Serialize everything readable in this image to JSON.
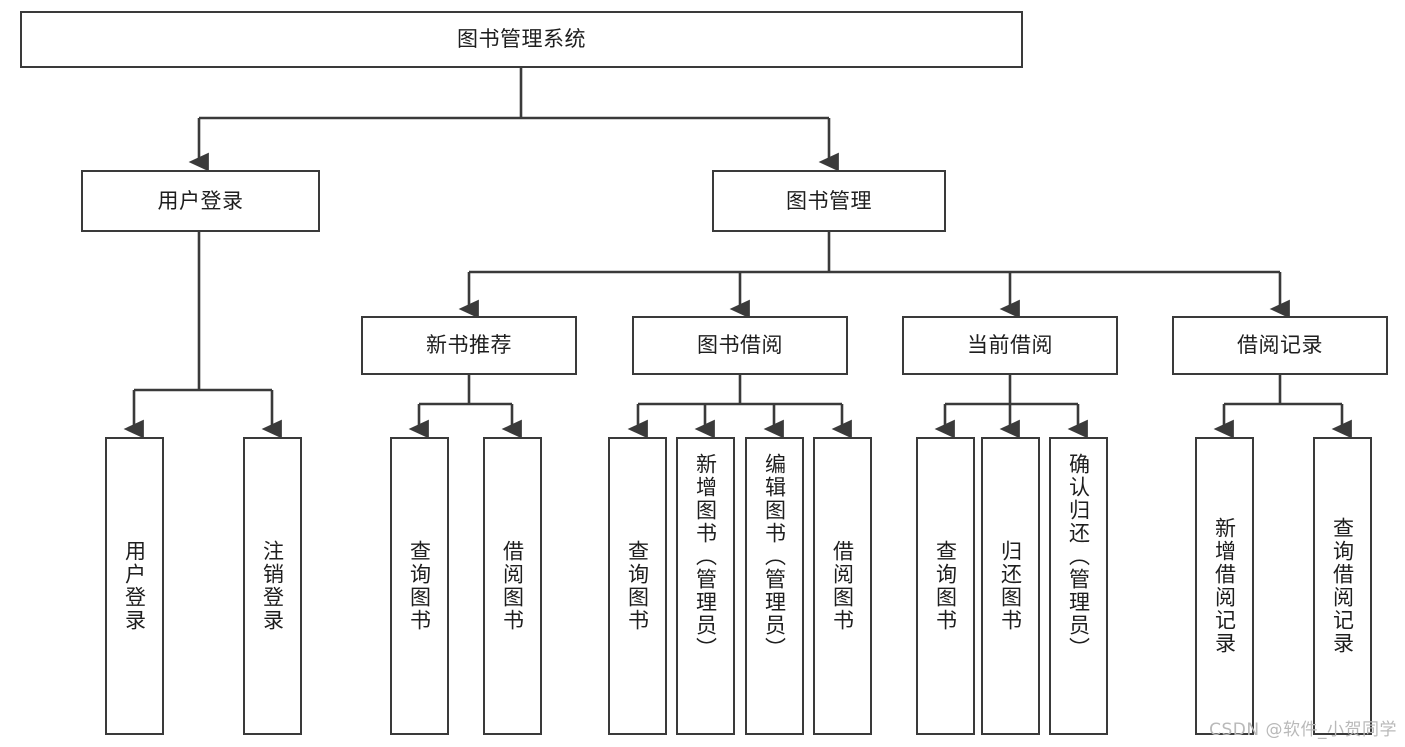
{
  "diagram": {
    "title": "图书管理系统",
    "watermark": "CSDN @软件_小贺同学",
    "colors": {
      "box_border": "#3a3a3a",
      "box_fill": "#ffffff",
      "edge": "#3a3a3a",
      "text": "#1e1e1e",
      "watermark": "#b9b9b9"
    },
    "nodes": {
      "root": {
        "label": "图书管理系统"
      },
      "level1": [
        {
          "id": "user-login",
          "label": "用户登录"
        },
        {
          "id": "book-management",
          "label": "图书管理"
        }
      ],
      "level2": [
        {
          "id": "new-book-recommend",
          "label": "新书推荐"
        },
        {
          "id": "book-borrow",
          "label": "图书借阅"
        },
        {
          "id": "current-borrow",
          "label": "当前借阅"
        },
        {
          "id": "borrow-record",
          "label": "借阅记录"
        }
      ],
      "leaves": {
        "user_login": [
          {
            "id": "leaf-user-login",
            "label": "用户登录"
          },
          {
            "id": "leaf-logout-login",
            "label": "注销登录"
          }
        ],
        "new_book_recommend": [
          {
            "id": "leaf-query-book-1",
            "label": "查询图书"
          },
          {
            "id": "leaf-borrow-book-1",
            "label": "借阅图书"
          }
        ],
        "book_borrow": [
          {
            "id": "leaf-query-book-2",
            "label": "查询图书"
          },
          {
            "id": "leaf-add-book-admin",
            "label": "新增图书（管理员）"
          },
          {
            "id": "leaf-edit-book-admin",
            "label": "编辑图书（管理员）"
          },
          {
            "id": "leaf-borrow-book-2",
            "label": "借阅图书"
          }
        ],
        "current_borrow": [
          {
            "id": "leaf-query-book-3",
            "label": "查询图书"
          },
          {
            "id": "leaf-return-book",
            "label": "归还图书"
          },
          {
            "id": "leaf-confirm-return-admin",
            "label": "确认归还（管理员）"
          }
        ],
        "borrow_record": [
          {
            "id": "leaf-add-borrow-record",
            "label": "新增借阅记录"
          },
          {
            "id": "leaf-query-borrow-record",
            "label": "查询借阅记录"
          }
        ]
      }
    }
  }
}
